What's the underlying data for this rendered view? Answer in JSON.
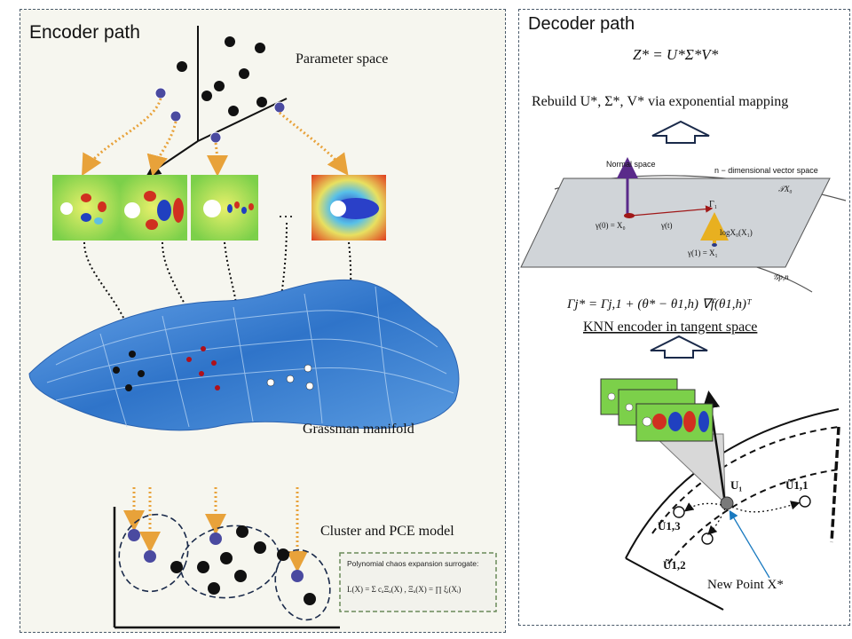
{
  "encoder": {
    "title": "Encoder path",
    "param_space_label": "Parameter space",
    "grassmann_label": "Grassman  manifold",
    "cluster_label": "Cluster and PCE model",
    "ellipsis": "···",
    "pce_box": {
      "title": "Polynomial chaos expansion surrogate:",
      "formula": "L(X) = Σ cₐΞₐ(X) ,  Ξₐ(X) = ∏ ξᵢ(Xᵢ)"
    }
  },
  "decoder": {
    "title": "Decoder path",
    "formula_top": "Z* = U*Σ*V*",
    "rebuild": "Rebuild U*, Σ*, V*  via exponential mapping",
    "normal_space": "Normal space",
    "vector_space": "n − dimensional vector space",
    "tangent_label": "𝒯X₀",
    "gpn_label": "𝒢p,n",
    "gamma0": "γ(0) = X₀",
    "gammat": "γ(t)",
    "gamma1": "γ(1) = X₁",
    "gamma_big": "Γ₁",
    "log_label": "logX₀(X₁)",
    "knn_formula": "Γj* = Γj,1 + (θ* − θ1,h) ∇f(θ1,h)ᵀ",
    "knn_label": "KNN encoder in tangent space",
    "u1": "U₁",
    "u11": "Ũ1,1",
    "u13": "Ũ1,3",
    "u12": "Ũ1,2",
    "new_point": "New Point X*"
  },
  "colors": {
    "manifold": "#3f86d6",
    "orange_arrow": "#e8a23a",
    "navy_point": "#4a4aa0",
    "red_point": "#b0101a",
    "panel_bg": "#f6f6ef"
  }
}
